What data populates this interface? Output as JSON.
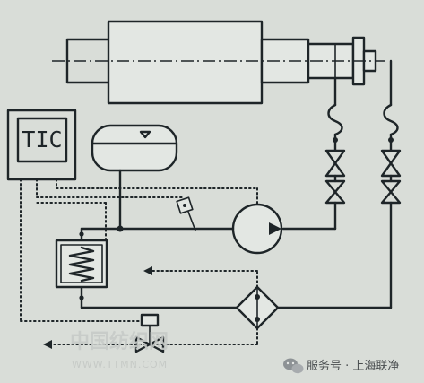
{
  "controller": {
    "label": "TIC"
  },
  "watermark": {
    "cn": "中国纺织网",
    "en": "WWW.TTMN.COM"
  },
  "badge": {
    "text": "服务号 · 上海联净",
    "icon": "wechat-icon"
  }
}
